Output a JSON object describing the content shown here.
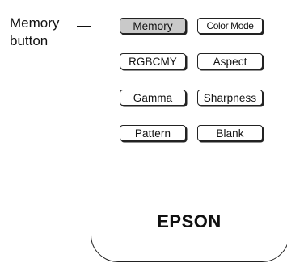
{
  "callout": {
    "line1": "Memory",
    "line2": "button"
  },
  "remote": {
    "buttons": [
      {
        "label": "Memory",
        "highlighted": true
      },
      {
        "label": "Color Mode",
        "highlighted": false
      },
      {
        "label": "RGBCMY",
        "highlighted": false
      },
      {
        "label": "Aspect",
        "highlighted": false
      },
      {
        "label": "Gamma",
        "highlighted": false
      },
      {
        "label": "Sharpness",
        "highlighted": false
      },
      {
        "label": "Pattern",
        "highlighted": false
      },
      {
        "label": "Blank",
        "highlighted": false
      }
    ],
    "logo_text": "EPSON"
  },
  "colors": {
    "highlight_fill": "#c9c9c9",
    "outline": "#222222"
  }
}
